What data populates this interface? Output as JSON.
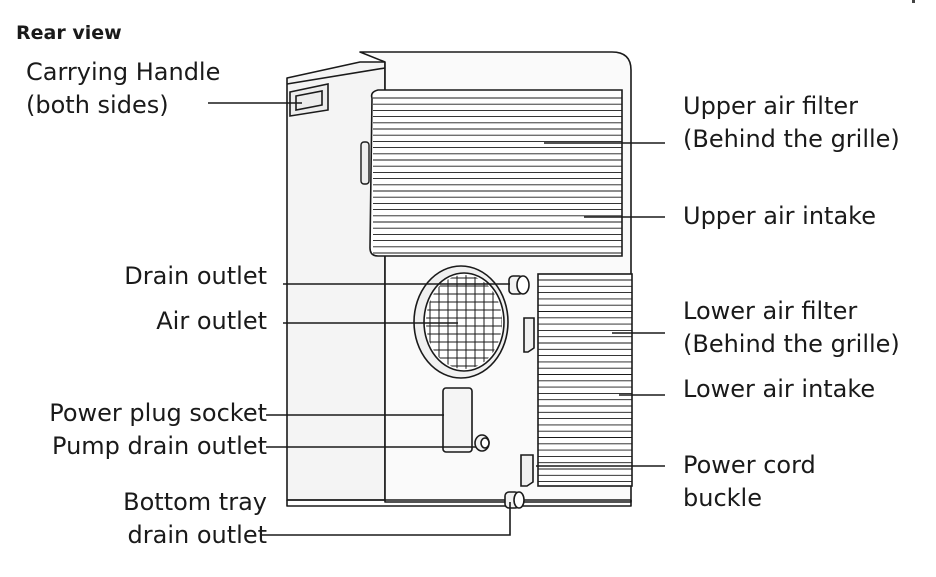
{
  "title": "Rear view",
  "labels": {
    "carrying_handle": [
      "Carrying Handle",
      "(both sides)"
    ],
    "upper_air_filter": [
      "Upper air filter",
      "(Behind the grille)"
    ],
    "upper_air_intake": "Upper air intake",
    "drain_outlet": "Drain outlet",
    "air_outlet": "Air outlet",
    "lower_air_filter": [
      "Lower air filter",
      "(Behind the grille)"
    ],
    "lower_air_intake": "Lower air intake",
    "power_plug_socket": "Power plug socket",
    "pump_drain_outlet": "Pump drain outlet",
    "power_cord_buckle": [
      "Power cord",
      "buckle"
    ],
    "bottom_tray_drain_outlet": [
      "Bottom tray",
      "drain outlet"
    ]
  },
  "colors": {
    "line": "#1a1a1a",
    "panel": "#f4f4f4",
    "grille": "#e2e2e2"
  }
}
